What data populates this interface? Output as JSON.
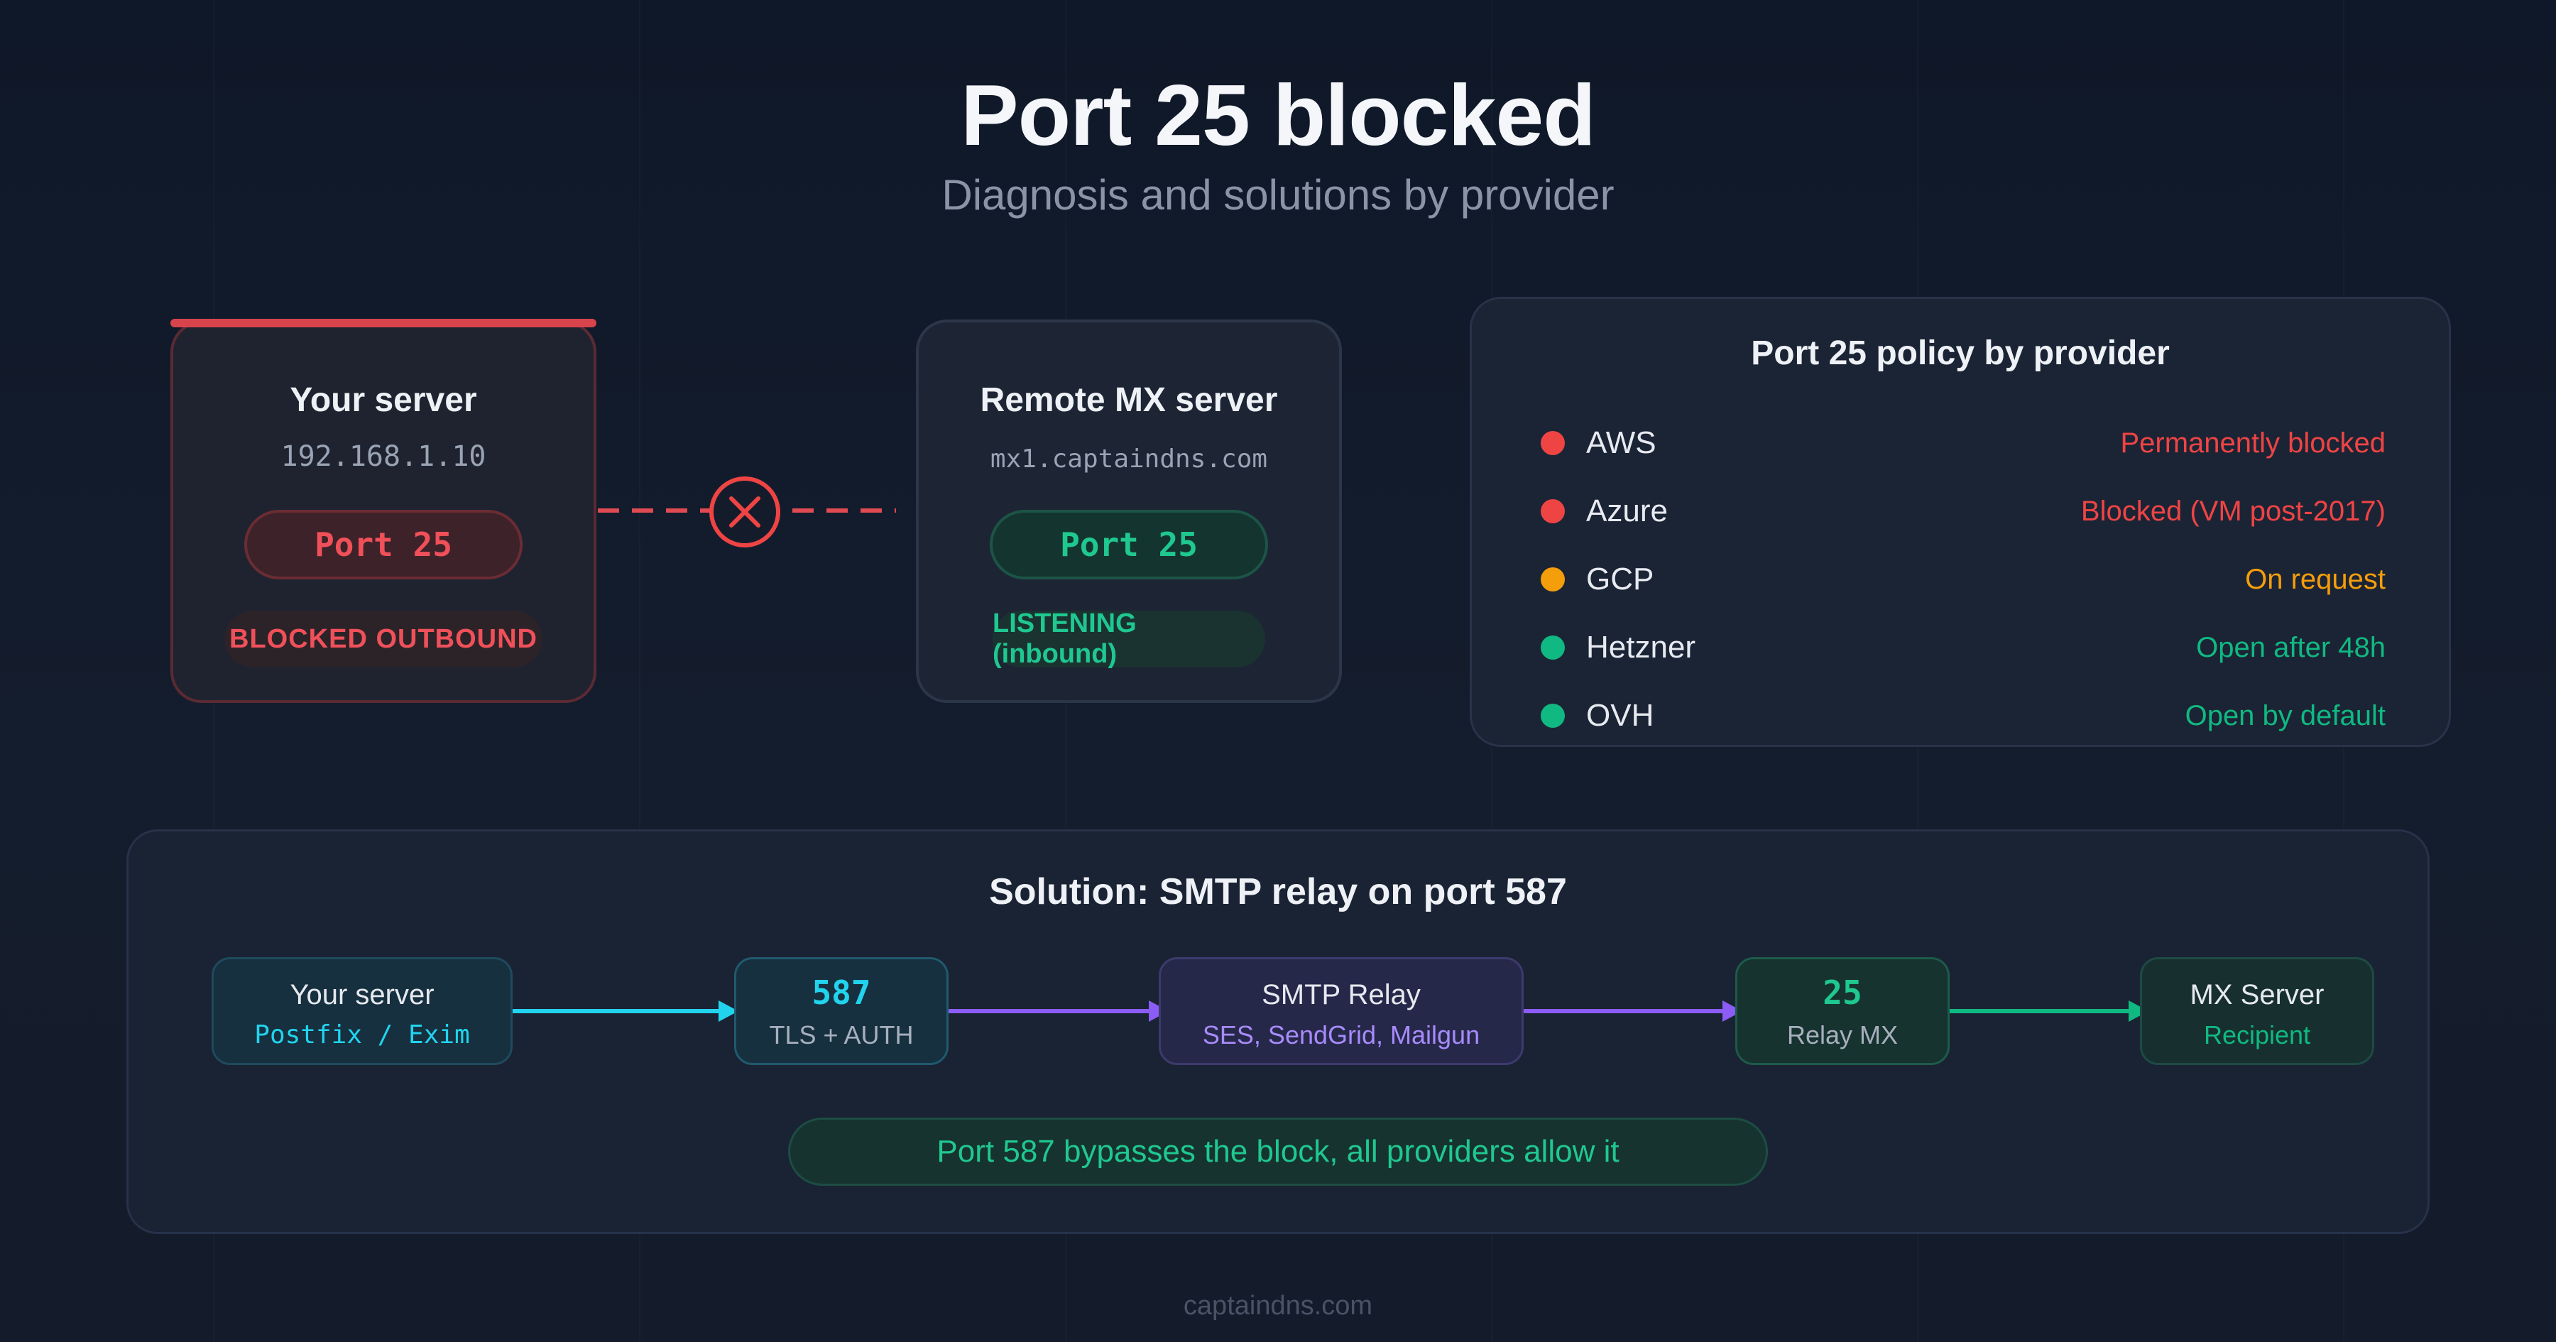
{
  "header": {
    "title": "Port 25 blocked",
    "subtitle": "Diagnosis and solutions by provider"
  },
  "your_server": {
    "title": "Your server",
    "ip": "192.168.1.10",
    "port_label": "Port 25",
    "status": "BLOCKED OUTBOUND"
  },
  "remote_server": {
    "title": "Remote MX server",
    "host": "mx1.captaindns.com",
    "port_label": "Port 25",
    "status": "LISTENING (inbound)"
  },
  "policy": {
    "title": "Port 25 policy by provider",
    "providers": [
      {
        "name": "AWS",
        "status": "Permanently blocked",
        "color": "#ef4444"
      },
      {
        "name": "Azure",
        "status": "Blocked (VM post-2017)",
        "color": "#ef4444"
      },
      {
        "name": "GCP",
        "status": "On request",
        "color": "#f59e0b"
      },
      {
        "name": "Hetzner",
        "status": "Open after 48h",
        "color": "#10b981"
      },
      {
        "name": "OVH",
        "status": "Open by default",
        "color": "#10b981"
      }
    ]
  },
  "solution": {
    "title": "Solution: SMTP relay on port 587",
    "steps": [
      {
        "title": "Your server",
        "subtitle": "Postfix / Exim"
      },
      {
        "title": "587",
        "subtitle": "TLS + AUTH"
      },
      {
        "title": "SMTP Relay",
        "subtitle": "SES, SendGrid, Mailgun"
      },
      {
        "title": "25",
        "subtitle": "Relay MX"
      },
      {
        "title": "MX Server",
        "subtitle": "Recipient"
      }
    ],
    "note": "Port 587 bypasses the block, all providers allow it"
  },
  "colors": {
    "danger": "#ef4444",
    "warning": "#f59e0b",
    "success": "#10b981",
    "cyan": "#22d3ee",
    "purple": "#8b5cf6"
  },
  "footer": "captaindns.com"
}
